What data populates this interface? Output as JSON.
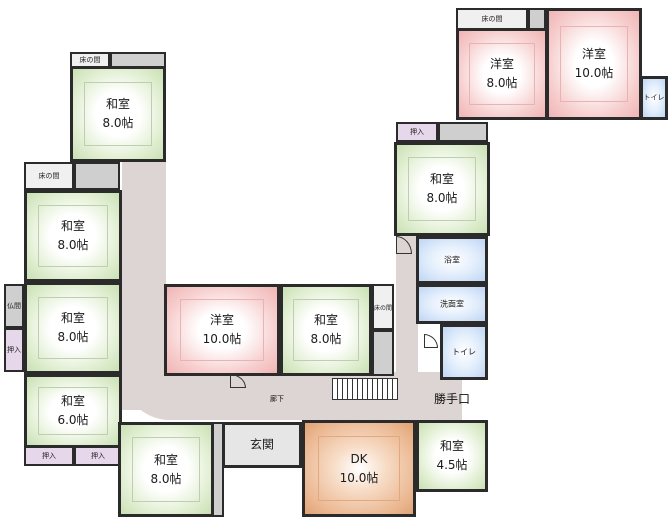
{
  "rooms": {
    "washitsu_top": {
      "name": "和室",
      "size": "8.0帖"
    },
    "washitsu_left1": {
      "name": "和室",
      "size": "8.0帖"
    },
    "washitsu_left2": {
      "name": "和室",
      "size": "8.0帖"
    },
    "washitsu_left3": {
      "name": "和室",
      "size": "6.0帖"
    },
    "washitsu_bottom": {
      "name": "和室",
      "size": "8.0帖"
    },
    "youshitsu_center": {
      "name": "洋室",
      "size": "10.0帖"
    },
    "washitsu_center": {
      "name": "和室",
      "size": "8.0帖"
    },
    "washitsu_right": {
      "name": "和室",
      "size": "8.0帖"
    },
    "youshitsu_tr1": {
      "name": "洋室",
      "size": "8.0帖"
    },
    "youshitsu_tr2": {
      "name": "洋室",
      "size": "10.0帖"
    },
    "dk": {
      "name": "DK",
      "size": "10.0帖"
    },
    "washitsu_small": {
      "name": "和室",
      "size": "4.5帖"
    }
  },
  "labels": {
    "tokonoma": "床の間",
    "oshiire": "押入",
    "butsuma": "仏間",
    "bath": "浴室",
    "washroom": "洗面室",
    "toilet": "トイレ",
    "genkan": "玄関",
    "hallway": "廊下",
    "kitchen_door": "勝手口"
  },
  "colors": {
    "tatami": "#c9e0b4",
    "youshitsu": "#f0b4b4",
    "dk": "#e0a273",
    "water": "#bfd6f4",
    "hallway": "#ddd4d4",
    "wall": "#2b2b2b"
  }
}
